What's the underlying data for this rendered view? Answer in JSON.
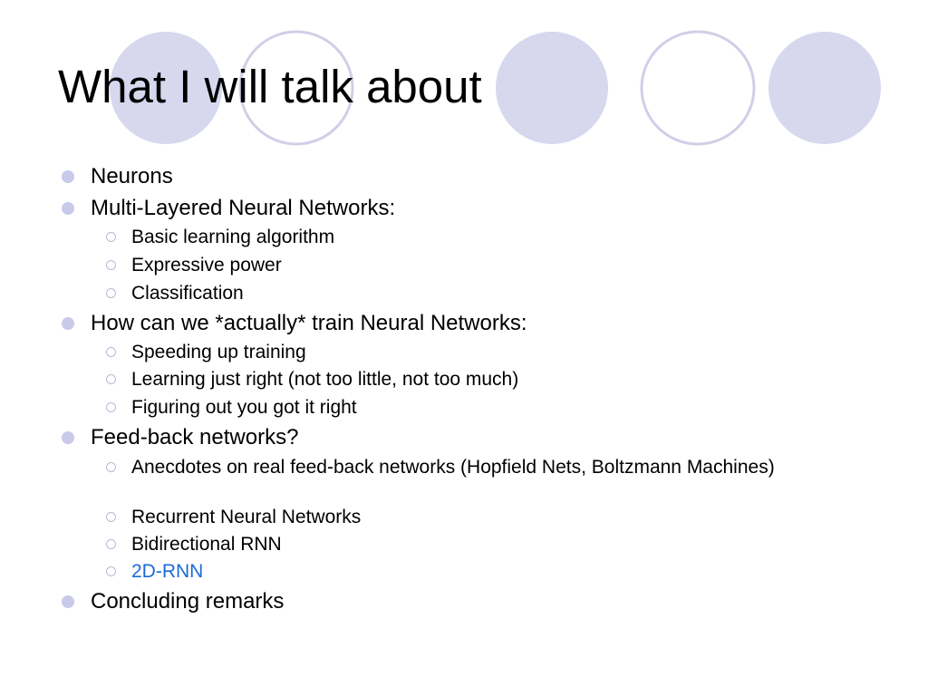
{
  "slide": {
    "title": "What I will talk about",
    "items": [
      {
        "level": 1,
        "text": "Neurons"
      },
      {
        "level": 1,
        "text": "Multi-Layered Neural Networks:"
      },
      {
        "level": 2,
        "text": "Basic learning algorithm"
      },
      {
        "level": 2,
        "text": "Expressive power"
      },
      {
        "level": 2,
        "text": "Classification"
      },
      {
        "level": 1,
        "text": "How can we *actually* train Neural Networks:"
      },
      {
        "level": 2,
        "text": "Speeding up training"
      },
      {
        "level": 2,
        "text": "Learning just right (not too little, not too much)"
      },
      {
        "level": 2,
        "text": "Figuring out you got it right"
      },
      {
        "level": 1,
        "text": "Feed-back networks?"
      },
      {
        "level": 2,
        "text": "Anecdotes on real feed-back networks (Hopfield Nets, Boltzmann Machines)"
      },
      {
        "level": 2,
        "text": "Recurrent Neural Networks"
      },
      {
        "level": 2,
        "text": "Bidirectional RNN"
      },
      {
        "level": 2,
        "text": "2D-RNN"
      },
      {
        "level": 1,
        "text": "Concluding remarks"
      }
    ]
  },
  "colors": {
    "circle_fill": "#d7d7ee",
    "circle_outline": "#cfcfe8",
    "bullet": "#c9c9ea",
    "link": "#1b6ad8"
  }
}
